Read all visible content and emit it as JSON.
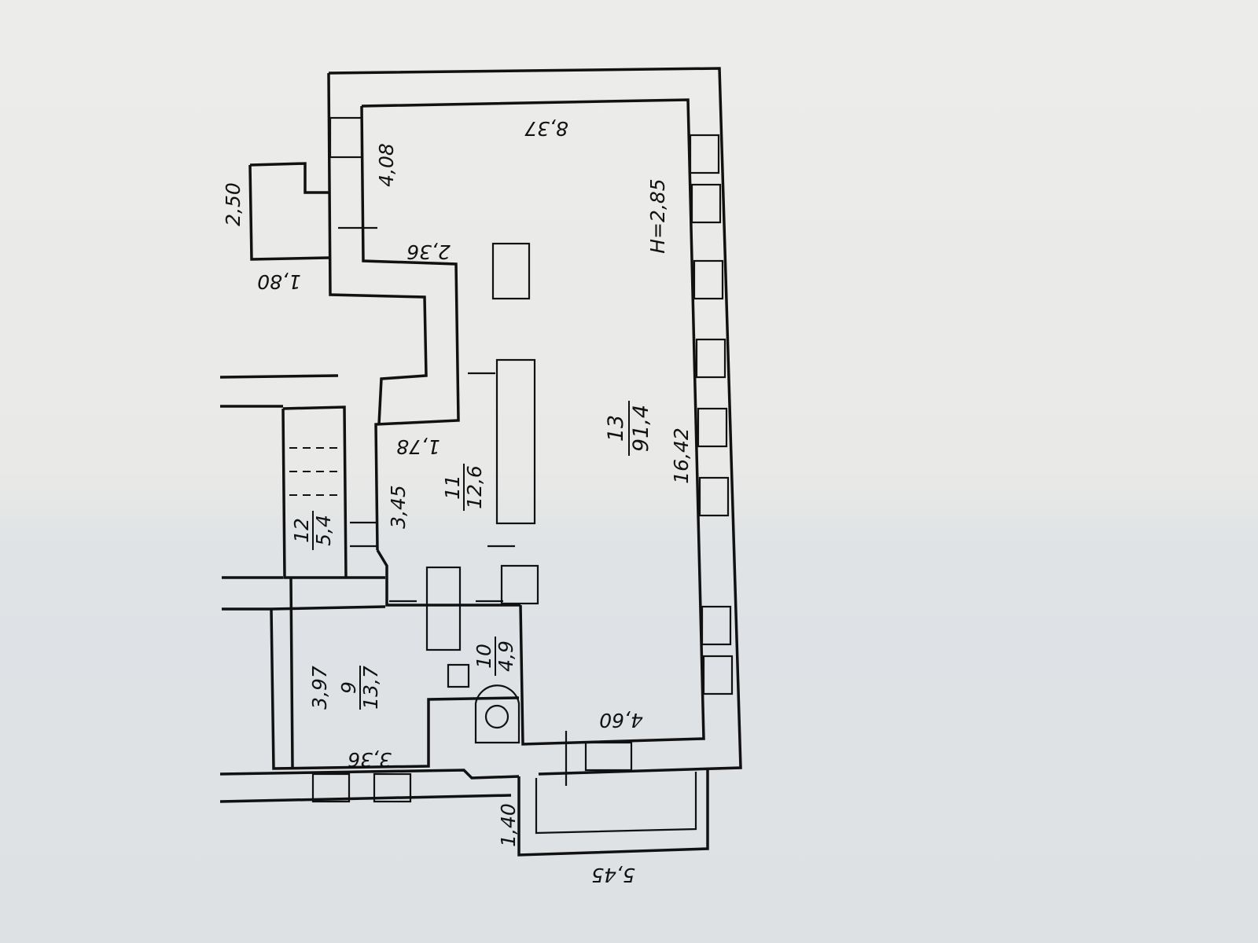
{
  "plan": {
    "rooms": [
      {
        "number": "13",
        "area": "91,4"
      },
      {
        "number": "11",
        "area": "12,6"
      },
      {
        "number": "12",
        "area": "5,4"
      },
      {
        "number": "9",
        "area": "13,7"
      },
      {
        "number": "10",
        "area": "4,9"
      }
    ],
    "ceiling_height": "H=2,85",
    "dimensions": {
      "d_2_50": "2,50",
      "d_1_80": "1,80",
      "d_4_08": "4,08",
      "d_8_37": "8,37",
      "d_2_36": "2,36",
      "d_16_42": "16,42",
      "d_1_78": "1,78",
      "d_3_45": "3,45",
      "d_3_97": "3,97",
      "d_3_36": "3,36",
      "d_4_60": "4,60",
      "d_1_40": "1,40",
      "d_5_45": "5,45"
    }
  }
}
